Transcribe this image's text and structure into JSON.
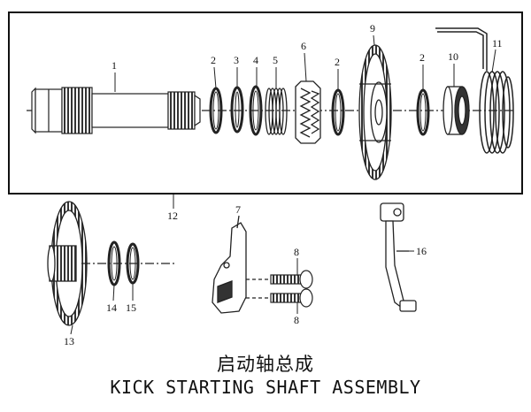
{
  "labels": {
    "p1": "1",
    "p2a": "2",
    "p3": "3",
    "p4": "4",
    "p5": "5",
    "p6": "6",
    "p2b": "2",
    "p9": "9",
    "p2c": "2",
    "p10": "10",
    "p11": "11",
    "p12": "12",
    "p7": "7",
    "p16": "16",
    "p8a": "8",
    "p8b": "8",
    "p13": "13",
    "p14": "14",
    "p15": "15"
  },
  "title": {
    "chinese": "启动轴总成",
    "english": "KICK STARTING SHAFT ASSEMBLY"
  }
}
